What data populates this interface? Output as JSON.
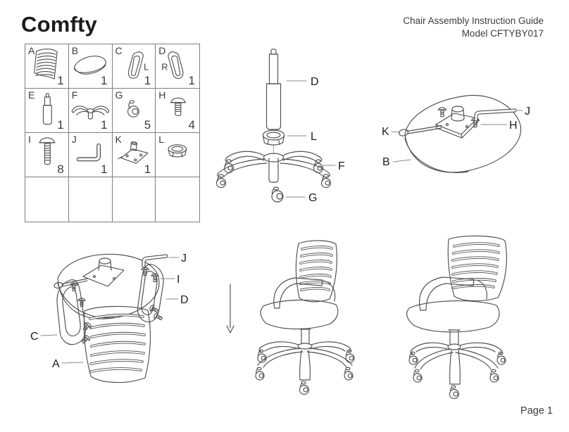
{
  "logo": "Comfty",
  "header": {
    "title_line1": "Chair Assembly Instruction Guide",
    "title_line2": "Model CFTYBY017"
  },
  "parts": [
    {
      "id": "A",
      "name": "backrest",
      "qty": "1"
    },
    {
      "id": "B",
      "name": "seat",
      "qty": "1"
    },
    {
      "id": "C",
      "name": "armrest-left",
      "qty": "1",
      "side_label": "L"
    },
    {
      "id": "D",
      "name": "armrest-right",
      "qty": "1",
      "side_label": "R"
    },
    {
      "id": "E",
      "name": "gas-lift",
      "qty": "1"
    },
    {
      "id": "F",
      "name": "base-star",
      "qty": "1"
    },
    {
      "id": "G",
      "name": "caster",
      "qty": "5"
    },
    {
      "id": "H",
      "name": "screw-short",
      "qty": "4"
    },
    {
      "id": "I",
      "name": "screw-long",
      "qty": "8"
    },
    {
      "id": "J",
      "name": "allen-key",
      "qty": "1"
    },
    {
      "id": "K",
      "name": "tilt-mechanism",
      "qty": "1"
    },
    {
      "id": "L",
      "name": "base-cover",
      "qty": ""
    }
  ],
  "diagram_lift": {
    "cylinder_label": "D",
    "cone_label": "L",
    "base_label": "F",
    "caster_label": "G"
  },
  "diagram_seatplate": {
    "allen_label": "J",
    "bolt_label": "H",
    "wrench_label": "K",
    "seat_label": "B"
  },
  "diagram_backrest": {
    "allen_label": "J",
    "bolt_label": "I",
    "armrest_right_label": "D",
    "armrest_left_label": "C",
    "backrest_label": "A"
  },
  "footer": {
    "page": "Page 1"
  },
  "colors": {
    "brand_ink": "#1c1c1c",
    "line_art": "#4f4f4f"
  }
}
